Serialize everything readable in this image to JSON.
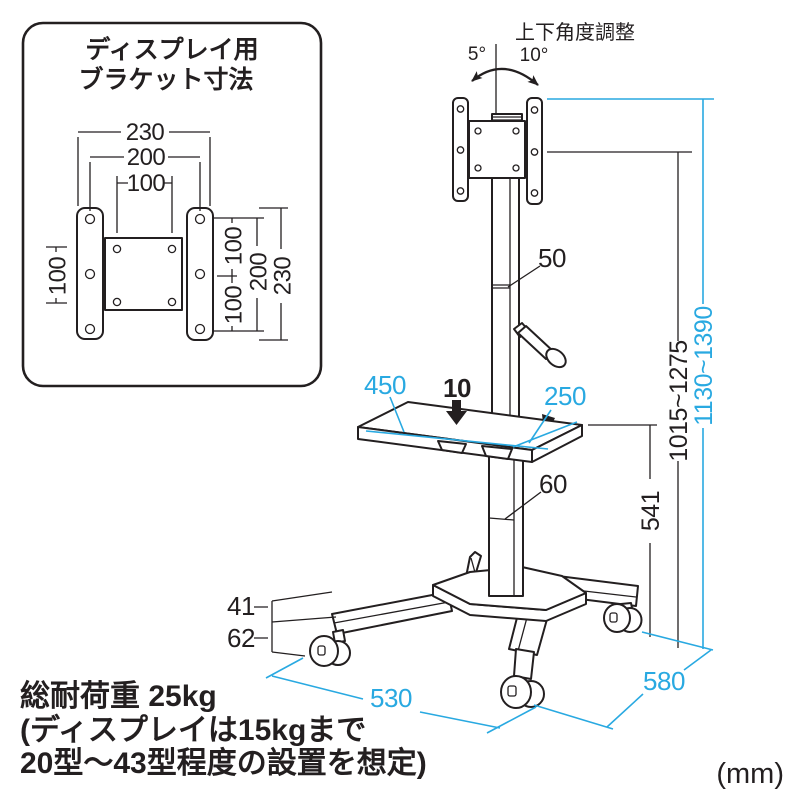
{
  "colors": {
    "line": "#231f20",
    "accent_blue": "#29a9e1",
    "background": "#ffffff"
  },
  "inset": {
    "title_line1": "ディスプレイ用",
    "title_line2": "ブラケット寸法",
    "dim_top_outer": "230",
    "dim_top_mid": "200",
    "dim_top_inner": "100",
    "dim_left": "100",
    "dim_right_inner_top": "100",
    "dim_right_inner_bottom": "100",
    "dim_right_mid": "200",
    "dim_right_outer": "230"
  },
  "main": {
    "tilt_title": "上下角度調整",
    "tilt_back_angle": "5°",
    "tilt_front_angle": "10°",
    "pole_upper_width": "50",
    "shelf_width": "450",
    "shelf_thickness": "10",
    "shelf_depth": "250",
    "pole_lower_width": "60",
    "shelf_height": "541",
    "pole_height_range": "1015~1275",
    "total_height_range": "1130~1390",
    "leg_height": "41",
    "caster_height": "62",
    "base_width": "530",
    "base_depth": "580"
  },
  "footer": {
    "load_line1": "総耐荷重 25kg",
    "load_line2": "(ディスプレイは15kgまで",
    "load_line3": "20型〜43型程度の設置を想定)",
    "unit": "(mm)"
  }
}
